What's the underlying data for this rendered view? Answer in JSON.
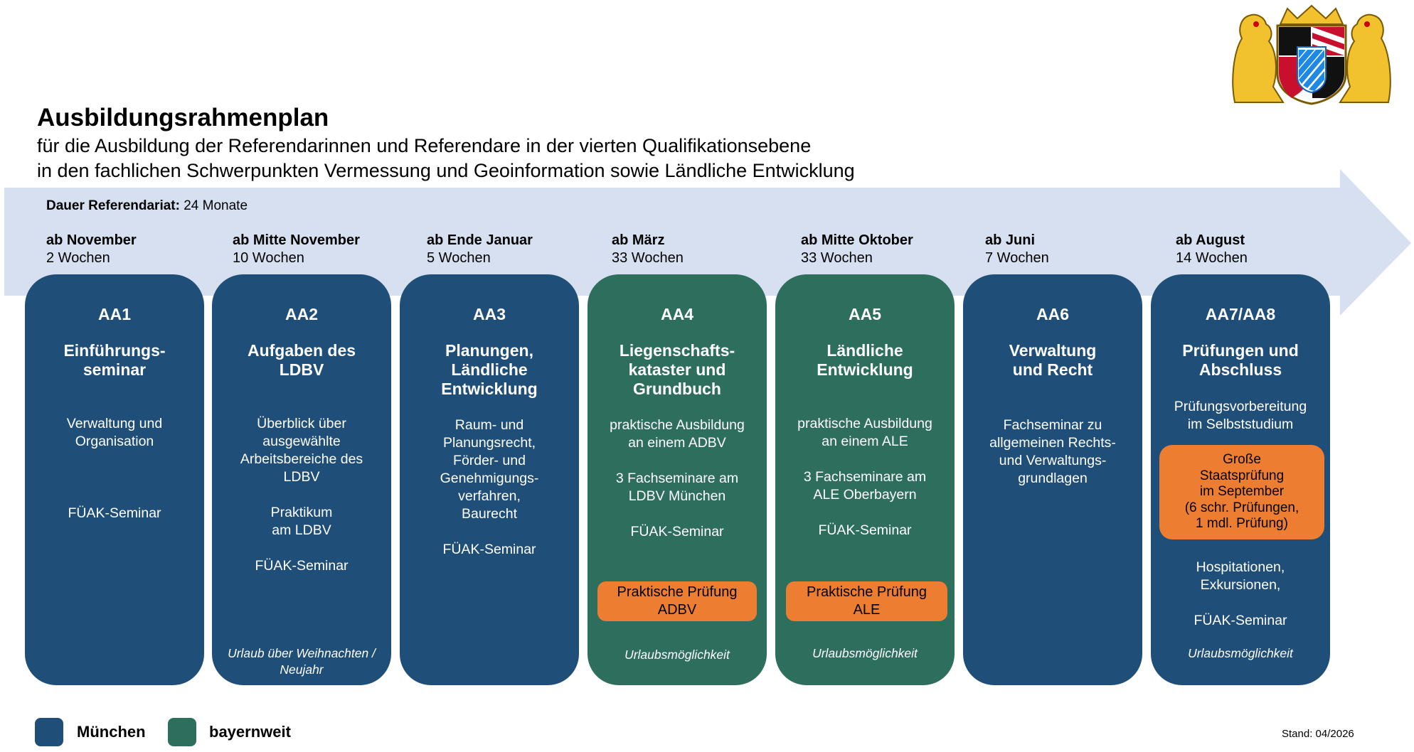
{
  "header": {
    "title": "Ausbildungsrahmenplan",
    "subtitle_line1": "für die Ausbildung der Referendarinnen und Referendare in der vierten Qualifikationsebene",
    "subtitle_line2": "in den fachlichen Schwerpunkten Vermessung und Geoinformation sowie Ländliche Entwicklung"
  },
  "duration": {
    "label": "Dauer Referendariat:",
    "value": "24 Monate"
  },
  "colors": {
    "muenchen": "#1f4e79",
    "bayernweit": "#2e6e5d",
    "exam": "#ed7d31",
    "arrow": "#d6e0f0"
  },
  "phases": [
    {
      "when": "ab November",
      "weeks": "2 Wochen"
    },
    {
      "when": "ab Mitte November",
      "weeks": "10 Wochen"
    },
    {
      "when": "ab Ende Januar",
      "weeks": "5 Wochen"
    },
    {
      "when": "ab März",
      "weeks": "33 Wochen"
    },
    {
      "when": "ab Mitte Oktober",
      "weeks": "33 Wochen"
    },
    {
      "when": "ab Juni",
      "weeks": "7 Wochen"
    },
    {
      "when": "ab August",
      "weeks": "14 Wochen"
    }
  ],
  "cards": [
    {
      "code": "AA1",
      "color": "München",
      "heading": "Einführungs-\nseminar",
      "body1": "Verwaltung und\nOrganisation",
      "body2": "FÜAK-Seminar"
    },
    {
      "code": "AA2",
      "color": "München",
      "heading": "Aufgaben des\nLDBV",
      "body1": "Überblick über\nausgewählte\nArbeitsbereiche des\nLDBV\n\nPraktikum\nam LDBV\n\nFÜAK-Seminar",
      "foot": "Urlaub über Weihnachten /\nNeujahr"
    },
    {
      "code": "AA3",
      "color": "München",
      "heading": "Planungen,\nLändliche\nEntwicklung",
      "body1": "Raum- und\nPlanungsrecht,\nFörder- und\nGenehmigungs-\nverfahren,\nBaurecht\n\nFÜAK-Seminar"
    },
    {
      "code": "AA4",
      "color": "bayernweit",
      "heading": "Liegenschafts-\nkataster und\nGrundbuch",
      "body1": "praktische Ausbildung\nan einem ADBV\n\n3 Fachseminare am\nLDBV München\n\nFÜAK-Seminar",
      "exam": "Praktische Prüfung\nADBV",
      "foot": "Urlaubsmöglichkeit"
    },
    {
      "code": "AA5",
      "color": "bayernweit",
      "heading": "Ländliche\nEntwicklung",
      "body1": "praktische Ausbildung\nan einem ALE\n\n3 Fachseminare am\nALE Oberbayern\n\nFÜAK-Seminar",
      "exam": "Praktische Prüfung\nALE",
      "foot": "Urlaubsmöglichkeit"
    },
    {
      "code": "AA6",
      "color": "München",
      "heading": "Verwaltung\nund Recht",
      "body1": "Fachseminar zu\nallgemeinen Rechts-\nund Verwaltungs-\ngrundlagen"
    },
    {
      "code": "AA7/AA8",
      "color": "München",
      "heading": "Prüfungen und\nAbschluss",
      "body1": "Prüfungsvorbereitung\nim Selbststudium",
      "exam": "Große\nStaatsprüfung\nim September\n(6 schr. Prüfungen,\n1 mdl. Prüfung)",
      "body2": "Hospitationen,\nExkursionen,\n\nFÜAK-Seminar",
      "foot": "Urlaubsmöglichkeit"
    }
  ],
  "legend": [
    {
      "label": "München"
    },
    {
      "label": "bayernweit"
    }
  ],
  "stand": "Stand:  04/2026"
}
